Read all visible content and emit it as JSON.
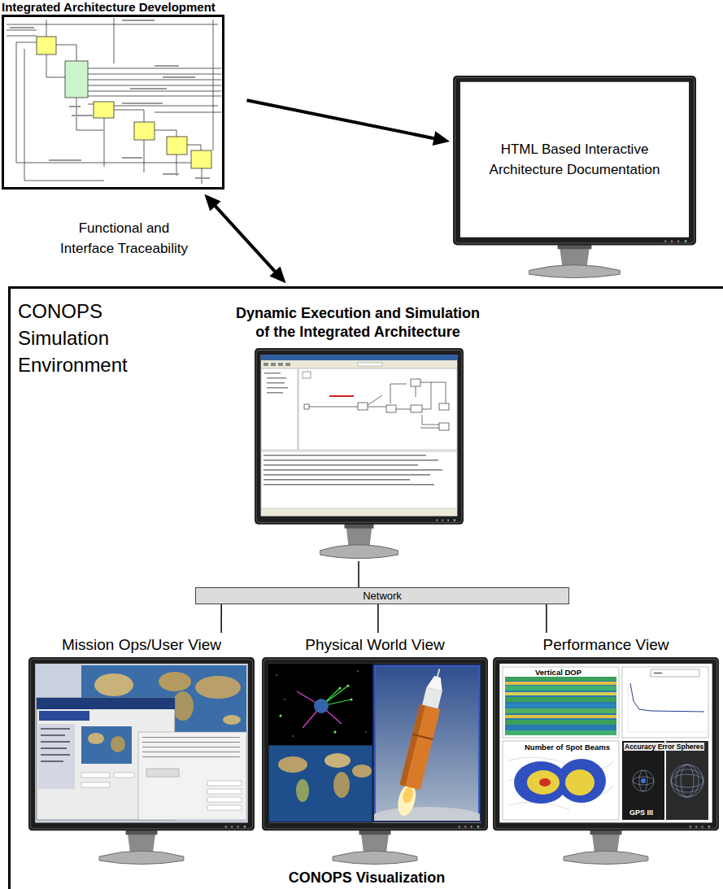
{
  "diagram": {
    "nodes": [
      {
        "text": [
          "Integrated Architecture Development"
        ]
      },
      {
        "text": [
          "HTML Based Interactive Architecture Documentation"
        ]
      },
      {
        "text": [
          "CONOPS Simulation Environment",
          "CONOPS Visualization"
        ]
      },
      {
        "text": [
          "Dynamic Execution and Simulation of the Integrated Architecture"
        ],
        "in": 2
      },
      {
        "text": [
          "Network"
        ],
        "in": 2
      },
      {
        "text": [
          "Mission Ops/User View"
        ],
        "in": 2
      },
      {
        "text": [
          "Physical World View"
        ],
        "in": 2
      },
      {
        "text": [
          "Performance View"
        ],
        "in": 2
      }
    ],
    "edges": [
      {
        "from": 0,
        "to": 1,
        "arrow": "to"
      },
      {
        "from": 0,
        "to": 2,
        "label": "Functional and Interface Traceability",
        "arrow": "both"
      },
      {
        "from": 3,
        "to": 4,
        "arrow": "none"
      },
      {
        "from": 4,
        "to": 5,
        "arrow": "none"
      },
      {
        "from": 4,
        "to": 6,
        "arrow": "none"
      },
      {
        "from": 4,
        "to": 7,
        "arrow": "none"
      }
    ],
    "labels": [
      "Vertical DOP",
      "Number of Spot Beams",
      "Accuracy Error Spheres",
      "GPS III"
    ]
  }
}
